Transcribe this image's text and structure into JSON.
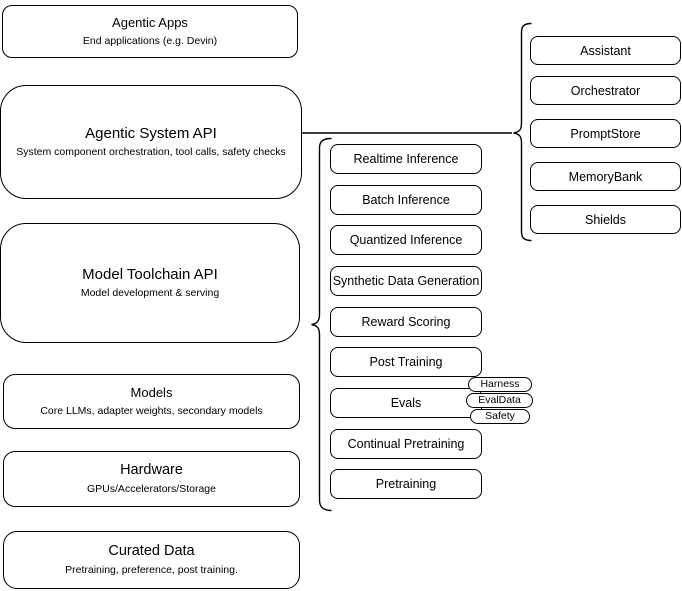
{
  "diagram": {
    "left_column": {
      "boxes": [
        {
          "title": "Agentic Apps",
          "subtitle": "End applications (e.g. Devin)"
        },
        {
          "title": "Agentic System API",
          "subtitle": "System component orchestration, tool calls, safety checks"
        },
        {
          "title": "Model Toolchain API",
          "subtitle": "Model development & serving"
        },
        {
          "title": "Models",
          "subtitle": "Core LLMs, adapter weights, secondary models"
        },
        {
          "title": "Hardware",
          "subtitle": "GPUs/Accelerators/Storage"
        },
        {
          "title": "Curated Data",
          "subtitle": "Pretraining, preference, post training."
        }
      ]
    },
    "toolchain_services": {
      "items": [
        {
          "label": "Realtime Inference"
        },
        {
          "label": "Batch Inference"
        },
        {
          "label": "Quantized Inference"
        },
        {
          "label": "Synthetic Data Generation"
        },
        {
          "label": "Reward Scoring"
        },
        {
          "label": "Post Training"
        },
        {
          "label": "Evals"
        },
        {
          "label": "Continual Pretraining"
        },
        {
          "label": "Pretraining"
        }
      ]
    },
    "eval_tags": {
      "items": [
        {
          "label": "Harness"
        },
        {
          "label": "EvalData"
        },
        {
          "label": "Safety"
        }
      ]
    },
    "system_components": {
      "items": [
        {
          "label": "Assistant"
        },
        {
          "label": "Orchestrator"
        },
        {
          "label": "PromptStore"
        },
        {
          "label": "MemoryBank"
        },
        {
          "label": "Shields"
        }
      ]
    },
    "colors": {
      "stroke": "#000000",
      "fill": "#ffffff",
      "text": "#000000"
    }
  }
}
